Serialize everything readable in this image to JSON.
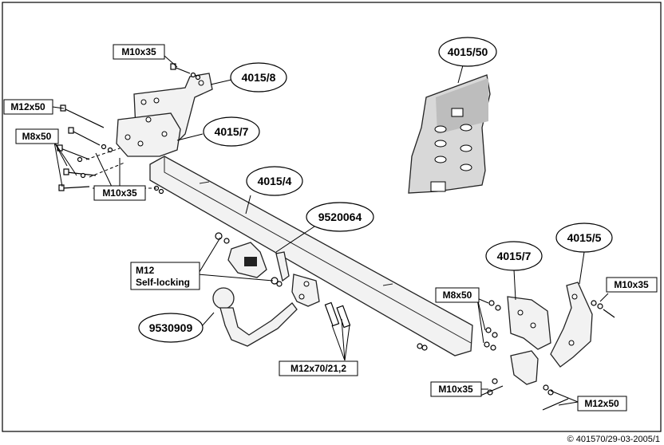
{
  "parts": {
    "p4015_8": "4015/8",
    "p4015_7_left": "4015/7",
    "p4015_4": "4015/4",
    "p9520064": "9520064",
    "p4015_50": "4015/50",
    "p4015_7_right": "4015/7",
    "p4015_5": "4015/5",
    "p9530909": "9530909"
  },
  "hardware": {
    "m10x35_top": "M10x35",
    "m12x50_left": "M12x50",
    "m8x50_left": "M8x50",
    "m10x35_left": "M10x35",
    "m12_line1": "M12",
    "m12_line2": "Self-locking",
    "m8x50_right": "M8x50",
    "m10x35_right": "M10x35",
    "m12x70": "M12x70/21,2",
    "m10x35_bottom": "M10x35",
    "m12x50_right": "M12x50"
  },
  "copyright": "© 401570/29-03-2005/1",
  "colors": {
    "line": "#000000",
    "part_fill": "#f2f2f2",
    "inset_fill": "#d8d8d8",
    "background": "#ffffff"
  }
}
